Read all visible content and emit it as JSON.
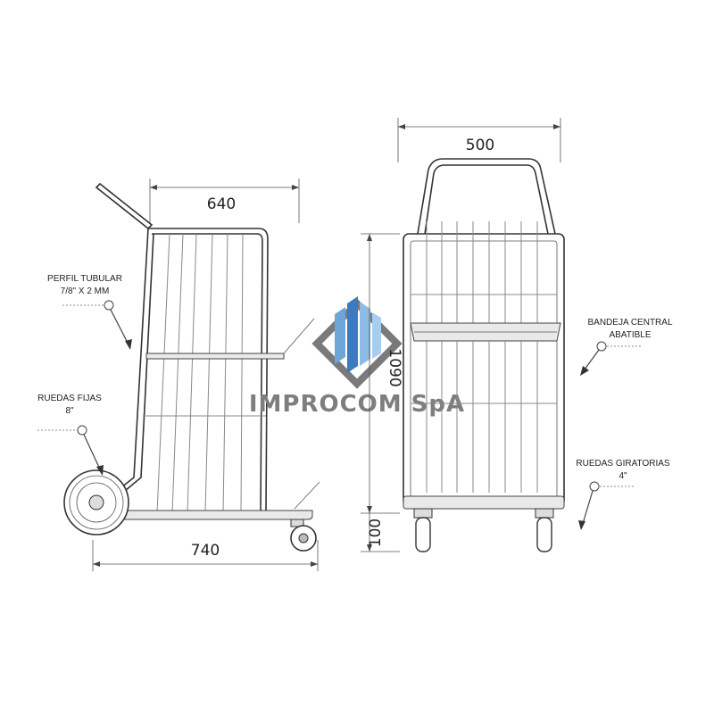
{
  "dimensions": {
    "side_top_width": "640",
    "side_bottom_width": "740",
    "front_width": "500",
    "front_height": "1090",
    "wheel_height": "100"
  },
  "labels": {
    "perfil_line1": "PERFIL TUBULAR",
    "perfil_line2": "7/8\" X 2 MM",
    "ruedas_fijas_line1": "RUEDAS FIJAS",
    "ruedas_fijas_line2": "8\"",
    "bandeja_line1": "BANDEJA CENTRAL",
    "bandeja_line2": "ABATIBLE",
    "ruedas_giratorias_line1": "RUEDAS GIRATORIAS",
    "ruedas_giratorias_line2": "4\""
  },
  "watermark": {
    "brand": "IMPROCOM SpA",
    "logo_colors": [
      "#3b7bbf",
      "#6fa6d8",
      "#a9cdee",
      "#7a7a7a"
    ]
  }
}
